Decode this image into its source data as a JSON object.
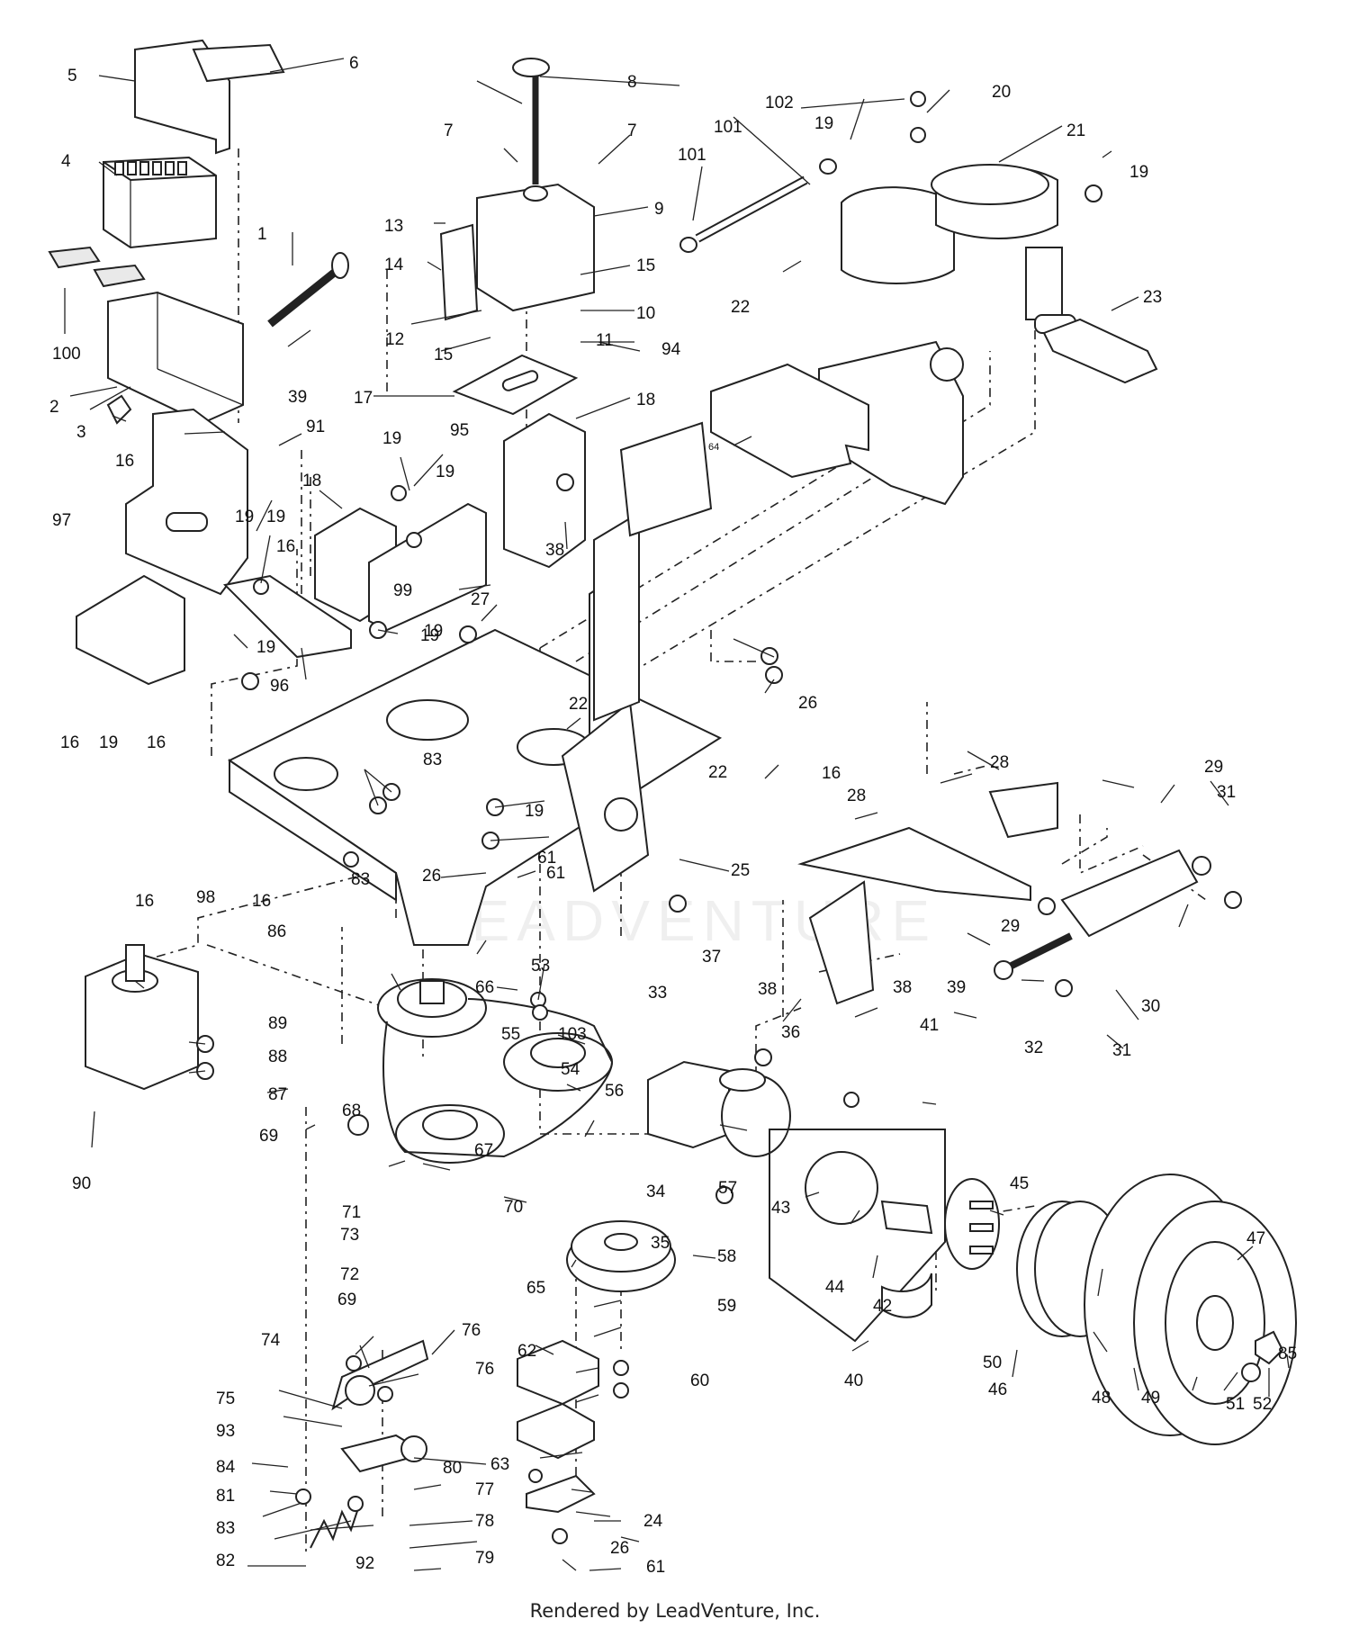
{
  "watermark": "LEADVENTURE",
  "footer": "Rendered by LeadVenture, Inc.",
  "callouts": [
    "1",
    "2",
    "3",
    "4",
    "5",
    "6",
    "7",
    "7",
    "8",
    "9",
    "10",
    "11",
    "12",
    "13",
    "14",
    "15",
    "15",
    "16",
    "16",
    "16",
    "16",
    "16",
    "16",
    "16",
    "17",
    "18",
    "18",
    "19",
    "19",
    "19",
    "19",
    "19",
    "19",
    "19",
    "19",
    "19",
    "19",
    "19",
    "20",
    "21",
    "22",
    "22",
    "22",
    "23",
    "24",
    "25",
    "26",
    "26",
    "26",
    "27",
    "28",
    "28",
    "29",
    "29",
    "30",
    "31",
    "31",
    "32",
    "33",
    "34",
    "35",
    "36",
    "37",
    "38",
    "38",
    "38",
    "39",
    "39",
    "40",
    "41",
    "42",
    "43",
    "44",
    "45",
    "46",
    "47",
    "48",
    "49",
    "50",
    "51",
    "52",
    "53",
    "54",
    "55",
    "56",
    "57",
    "58",
    "59",
    "60",
    "61",
    "61",
    "61",
    "62",
    "63",
    "64",
    "65",
    "66",
    "67",
    "68",
    "69",
    "69",
    "70",
    "71",
    "72",
    "73",
    "74",
    "75",
    "76",
    "76",
    "77",
    "78",
    "79",
    "80",
    "81",
    "82",
    "83",
    "83",
    "83",
    "84",
    "85",
    "86",
    "87",
    "88",
    "89",
    "90",
    "91",
    "92",
    "93",
    "94",
    "95",
    "96",
    "97",
    "98",
    "99",
    "100",
    "101",
    "101",
    "102",
    "103"
  ]
}
